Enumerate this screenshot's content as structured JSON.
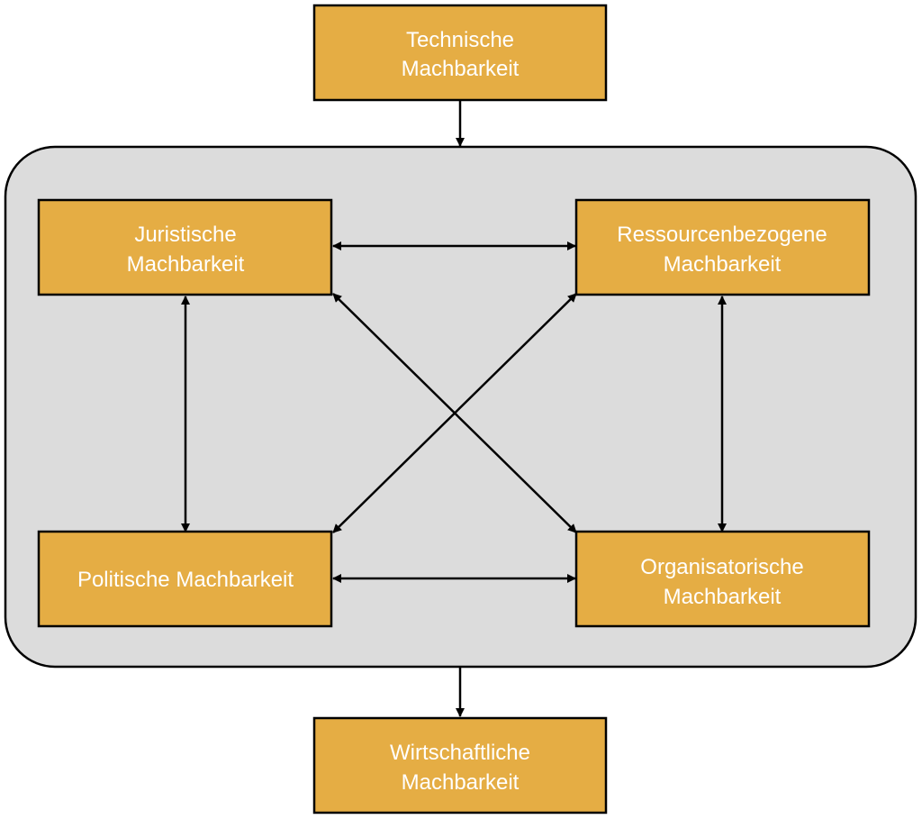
{
  "colors": {
    "box_fill": "#e5ad44",
    "box_stroke": "#000000",
    "container_fill": "#dcdcdc",
    "container_stroke": "#000000",
    "text": "#ffffff",
    "arrow": "#000000"
  },
  "nodes": {
    "technical": {
      "line1": "Technische",
      "line2": "Machbarkeit"
    },
    "legal": {
      "line1": "Juristische",
      "line2": "Machbarkeit"
    },
    "resource": {
      "line1": "Ressourcenbezogene",
      "line2": "Machbarkeit"
    },
    "political": {
      "line1": "Politische Machbarkeit"
    },
    "organizational": {
      "line1": "Organisatorische",
      "line2": "Machbarkeit"
    },
    "economic": {
      "line1": "Wirtschaftliche",
      "line2": "Machbarkeit"
    }
  }
}
